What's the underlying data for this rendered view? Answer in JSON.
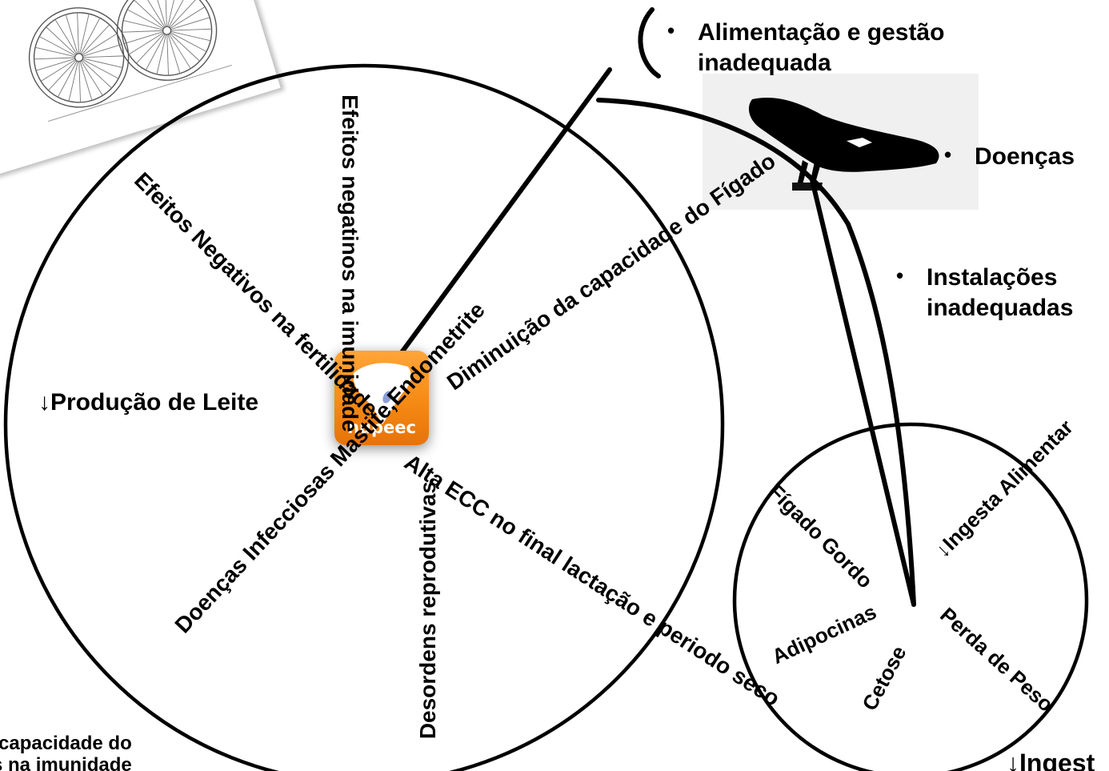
{
  "center_logo": {
    "brand": "nupeec",
    "colors": {
      "orange": "#f58a14",
      "white": "#ffffff"
    }
  },
  "big_wheel": {
    "spokes": [
      "Efeitos negatinos na imunidade",
      "Efeitos Negativos na fertilidade",
      "Diminuição da capacidade do Fígado",
      "↓Produção de Leite",
      "Doenças Infecciosas Mastite,Endometrite",
      "Desordens reprodutivas",
      "Alta ECC no final lactação e periodo seco"
    ]
  },
  "small_wheel": {
    "spokes": [
      "Fígado Gordo",
      "↓Ingesta Alimentar",
      "Adipocinas",
      "Cetose",
      "Perda de Peso"
    ]
  },
  "causes": [
    "Alimentação e gestão inadequada",
    "Doenças",
    "Instalações inadequadas"
  ],
  "clipped_text": {
    "bottom_left_1": "capacidade do",
    "bottom_left_2": "s na imunidade",
    "bottom_right": "↓Ingest"
  }
}
